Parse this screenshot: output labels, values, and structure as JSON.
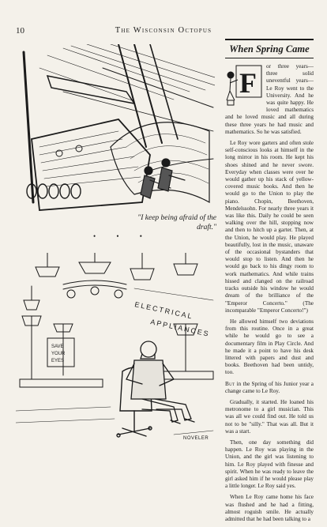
{
  "header": {
    "page_number": "10",
    "running_head": "The Wisconsin Octopus"
  },
  "illustration_top": {
    "icon": "ship-storm-illustration",
    "caption": "\"I keep being afraid of the draft.\"",
    "bullets": "• • •"
  },
  "illustration_bottom": {
    "icon": "appliance-store-illustration",
    "sign_text": "ELECTRICAL APPLIANCES",
    "poster_text": "SAVE YOUR EYES",
    "signature": "NOVELER"
  },
  "article": {
    "title": "When Spring Came",
    "drop_cap": "F",
    "paragraphs": [
      "or three years—three solid uneventful years—Le Roy went to the University. And he was quite happy. He loved mathematics and he loved music and all during these three years he had music and mathematics. So he was satisfied.",
      "Le Roy wore garters and often stole self-conscious looks at himself in the long mirror in his room. He kept his shoes shined and he never swore. Everyday when classes were over he would gather up his stack of yellow-covered music books. And then he would go to the Union to play the piano. Chopin, Beethoven, Mendelssohn. For nearly three years it was like this. Daily he could be seen walking over the hill, stopping now and then to hitch up a garter. Then, at the Union, he would play. He played beautifully, lost in the music, unaware of the occasional bystanders that would stop to listen. And then he would go back to his dingy room to work mathematics. And while trains hissed and clanged on the railroad tracks outside his window he would dream of the brilliance of the \"Emperor Concerto.\" (The incomparable \"Emperor Concerto!\")",
      "He allowed himself two deviations from this routine. Once in a great while he would go to see a documentary film in Play Circle. And he made it a point to have his desk littered with papers and dust and books. Beethoven had been untidy, too.",
      "in the Spring of his Junior year a change came to Le Roy.",
      "Gradually, it started. He loaned his metronome to a girl musician. This was all we could find out. He told us not to be \"silly.\" That was all. But it was a start.",
      "Then, one day something did happen. Le Roy was playing in the Union, and the girl was listening to him. Le Roy played with finesse and spirit. When he was ready to leave the girl asked him if he would please play a little longer. Le Roy said yes.",
      "When Le Roy came home his face was flushed and he had a fitting, almost roguish smile. He actually admitted that he had been talking to a"
    ],
    "para4_lead": "But"
  }
}
